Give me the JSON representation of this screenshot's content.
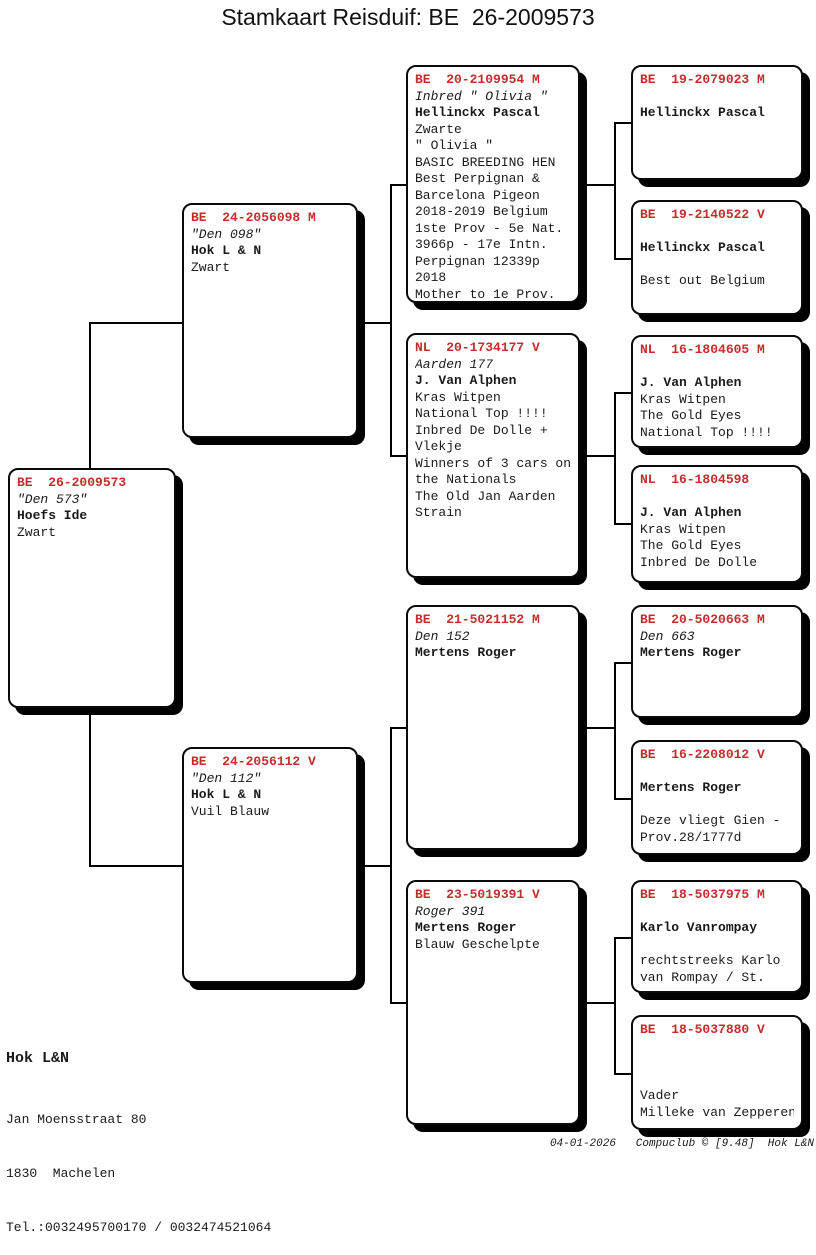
{
  "title": "Stamkaart Reisduif: BE  26-2009573",
  "colors": {
    "ring_red": "#c52c2c",
    "connector_black": "#000000"
  },
  "pedigree": {
    "subject": {
      "ring": "BE  26-2009573",
      "name": "\"Den 573\"",
      "owner": "Hoefs Ide",
      "info": [
        "Zwart"
      ]
    },
    "sire": {
      "ring": "BE  24-2056098 M",
      "name": "\"Den 098\"",
      "owner": "Hok L & N",
      "info": [
        "Zwart"
      ]
    },
    "dam": {
      "ring": "BE  24-2056112 V",
      "name": "\"Den 112\"",
      "owner": "Hok L & N",
      "info": [
        "Vuil Blauw"
      ]
    },
    "sire_sire": {
      "ring": "BE  20-2109954 M",
      "name": "Inbred \" Olivia \"",
      "owner": "Hellinckx Pascal",
      "info": [
        "Zwarte",
        "\" Olivia \"",
        "BASIC BREEDING HEN",
        "Best Perpignan &",
        "Barcelona Pigeon",
        "2018-2019 Belgium",
        "1ste Prov - 5e Nat.",
        "3966p - 17e Intn.",
        "Perpignan 12339p",
        "2018",
        "Mother to 1e Prov."
      ]
    },
    "sire_dam": {
      "ring": "NL  20-1734177 V",
      "name": "Aarden 177",
      "owner": "J. Van Alphen",
      "info": [
        "Kras Witpen",
        "National Top !!!!",
        "Inbred De Dolle +",
        "Vlekje",
        "Winners of 3 cars on",
        "the Nationals",
        "The Old Jan Aarden",
        "Strain"
      ]
    },
    "dam_sire": {
      "ring": "BE  21-5021152 M",
      "name": "Den 152",
      "owner": "Mertens Roger",
      "info": []
    },
    "dam_dam": {
      "ring": "BE  23-5019391 V",
      "name": "Roger 391",
      "owner": "Mertens Roger",
      "info": [
        "Blauw Geschelpte"
      ]
    },
    "sire_sire_sire": {
      "ring": "BE  19-2079023 M",
      "name": "",
      "owner": "Hellinckx Pascal",
      "info": []
    },
    "sire_sire_dam": {
      "ring": "BE  19-2140522 V",
      "name": "",
      "owner": "Hellinckx Pascal",
      "info": [
        "",
        "Best out Belgium"
      ]
    },
    "sire_dam_sire": {
      "ring": "NL  16-1804605 M",
      "name": "",
      "owner": "J. Van Alphen",
      "info": [
        "Kras Witpen",
        "The Gold Eyes",
        "National Top !!!!"
      ]
    },
    "sire_dam_dam": {
      "ring": "NL  16-1804598",
      "name": "",
      "owner": "J. Van Alphen",
      "info": [
        "Kras Witpen",
        "The Gold Eyes",
        "Inbred De Dolle"
      ]
    },
    "dam_sire_sire": {
      "ring": "BE  20-5020663 M",
      "name": "Den 663",
      "owner": "Mertens Roger",
      "info": []
    },
    "dam_sire_dam": {
      "ring": "BE  16-2208012 V",
      "name": "",
      "owner": "Mertens Roger",
      "info": [
        "",
        "Deze vliegt Gien -",
        "Prov.28/1777d"
      ]
    },
    "dam_dam_sire": {
      "ring": "BE  18-5037975 M",
      "name": "",
      "owner": "Karlo Vanrompay",
      "info": [
        "",
        "rechtstreeks Karlo",
        "van Rompay / St."
      ]
    },
    "dam_dam_dam": {
      "ring": "BE  18-5037880 V",
      "name": "",
      "owner": "",
      "info": [
        "",
        "Vader",
        "Milleke van Zepperen"
      ]
    }
  },
  "footer": {
    "loft_name": "Hok L&N",
    "address_line1": "Jan Moensstraat 80",
    "address_line2": "1830  Machelen",
    "phone": "Tel.:0032495700170 / 0032474521064"
  },
  "credit": "04-01-2026   Compuclub © [9.48]  Hok L&N"
}
